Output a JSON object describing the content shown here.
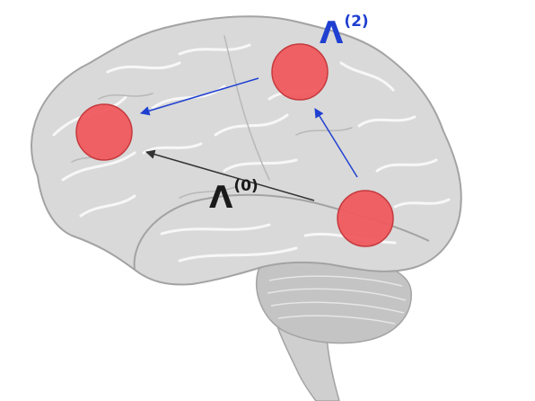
{
  "colors": {
    "brain_fill": "#d9d9d9",
    "brain_outline": "#a3a3a3",
    "gyri_line": "#f7f7f7",
    "cerebellum_fill": "#c4c4c4",
    "brainstem_fill": "#cfcfcf",
    "region_fill": "#f05a5e",
    "region_stroke": "#c43a3e",
    "arrow_blue": "#1f3fd1",
    "arrow_black": "#333333",
    "label_blue": "#1f3fd1",
    "label_black": "#1a1a1a"
  },
  "labels": {
    "top": {
      "base": "Λ",
      "sup": "(2)"
    },
    "middle": {
      "base": "Λ",
      "sup": "(0)"
    }
  },
  "regions": [
    "frontal-region",
    "parietal-region",
    "temporal-region"
  ],
  "arrows": [
    {
      "from": "parietal-region",
      "to": "frontal-region",
      "color": "blue"
    },
    {
      "from": "temporal-region",
      "to": "parietal-region",
      "color": "blue"
    },
    {
      "from": "temporal-region",
      "to": "frontal-region",
      "color": "black"
    }
  ]
}
